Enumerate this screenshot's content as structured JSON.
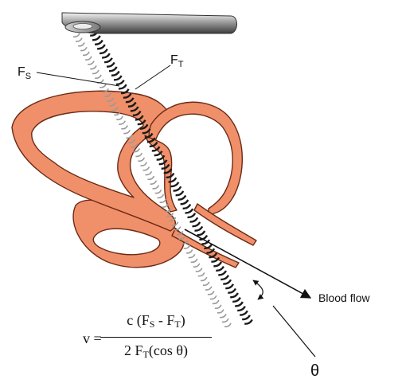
{
  "labels": {
    "fs": {
      "base": "F",
      "sub": "S"
    },
    "ft": {
      "base": "F",
      "sub": "T"
    },
    "blood_flow": "Blood flow",
    "theta": "θ"
  },
  "formula": {
    "lhs": "v =",
    "numerator": {
      "pre": "c (F",
      "sub1": "S",
      "mid": " - F",
      "sub2": "T",
      "post": ")"
    },
    "denominator": {
      "pre": "2 F",
      "sub": "T",
      "post": "(cos θ)"
    }
  },
  "colors": {
    "heart": "#f0906a",
    "heart_outline": "#6b2a14",
    "transmit_beam": "#1a1a1a",
    "scatter_beam": "#9a9a9a",
    "probe": "#555555"
  }
}
